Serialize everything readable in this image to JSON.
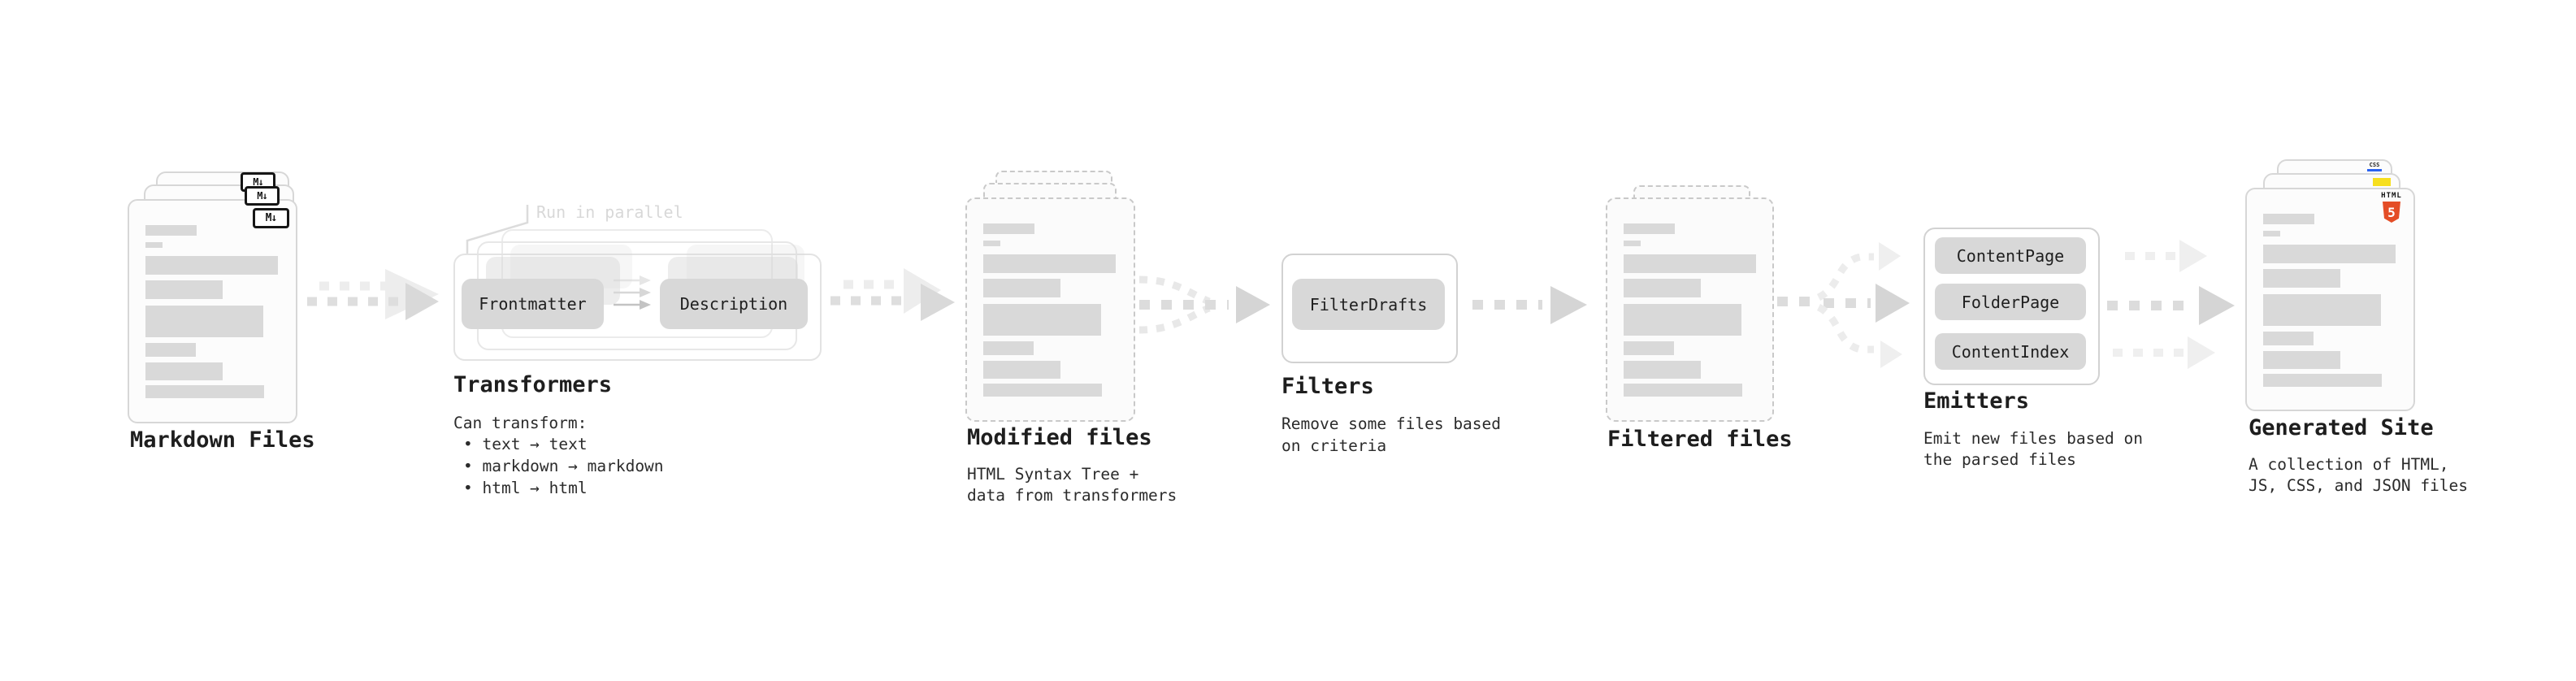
{
  "diagram": {
    "stages": {
      "markdown_files": {
        "label": "Markdown Files",
        "badge": "M↓"
      },
      "transformers": {
        "heading": "Transformers",
        "annotation": "Run in parallel",
        "pills": [
          "Frontmatter",
          "Description"
        ],
        "intro": "Can transform:",
        "bullets": [
          "• text → text",
          "• markdown → markdown",
          "• html → html"
        ]
      },
      "modified_files": {
        "label": "Modified files",
        "sublabel": [
          "HTML Syntax Tree +",
          "data from transformers"
        ]
      },
      "filters": {
        "heading": "Filters",
        "pills": [
          "FilterDrafts"
        ],
        "sublabel": [
          "Remove some files based",
          "on criteria"
        ]
      },
      "filtered_files": {
        "label": "Filtered files"
      },
      "emitters": {
        "heading": "Emitters",
        "pills": [
          "ContentPage",
          "FolderPage",
          "ContentIndex"
        ],
        "sublabel": [
          "Emit new files based on",
          "the parsed files"
        ]
      },
      "generated_site": {
        "label": "Generated Site",
        "sublabel": [
          "A collection of HTML,",
          "JS, CSS, and JSON files"
        ],
        "badges": {
          "html_label": "HTML",
          "html_number": "5",
          "css_label": "CSS"
        }
      }
    },
    "colors": {
      "html5_orange": "#e44d26",
      "js_yellow": "#f7df1e",
      "css_blue": "#2962f1",
      "heading_text": "#1e1e1e",
      "body_text": "#2b2b2b",
      "pill_fill": "#d8d8d8",
      "skeleton_bar": "#d9d9d9",
      "arrow_light": "#ededed",
      "arrow_dark": "#d5d5d5"
    }
  }
}
